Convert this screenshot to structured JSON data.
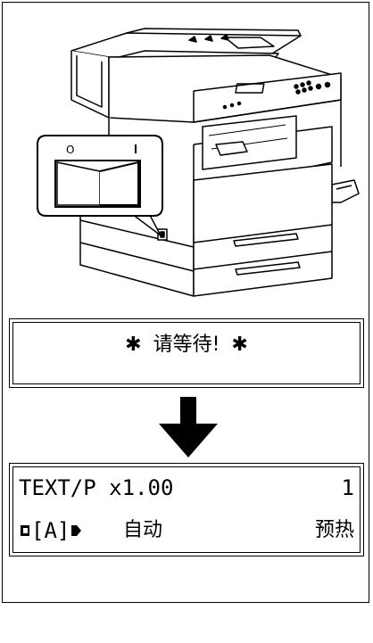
{
  "display_wait": {
    "star_left": "✱",
    "message": "请等待!",
    "star_right": "✱"
  },
  "display_ready": {
    "mode_line": "TEXT/P x1.00",
    "copies": "1",
    "paper_size": "[A]",
    "paper_mode": "自动",
    "status": "预热"
  },
  "icons": {
    "copier": "copier-illustration",
    "power_switch": "power-switch-icon",
    "arrow": "arrow-down-icon",
    "tray_left": "tray-left-icon",
    "tray_right": "tray-right-icon"
  }
}
